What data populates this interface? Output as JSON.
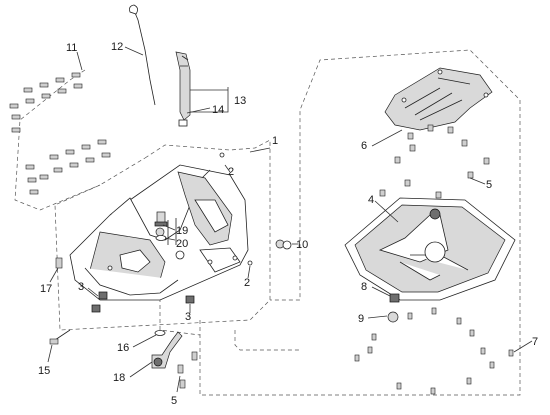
{
  "callouts": {
    "c1": "1",
    "c2a": "2",
    "c2b": "2",
    "c3a": "3",
    "c3b": "3",
    "c4": "4",
    "c5a": "5",
    "c5b": "5",
    "c6": "6",
    "c7": "7",
    "c8": "8",
    "c9": "9",
    "c10": "10",
    "c11": "11",
    "c12": "12",
    "c13": "13",
    "c14": "14",
    "c15": "15",
    "c16": "16",
    "c17": "17",
    "c18": "18",
    "c19": "19",
    "c20": "20"
  },
  "colors": {
    "line": "#222222",
    "part_fill": "#d9d9d9",
    "part_dark": "#6e6e6e",
    "background": "#ffffff"
  }
}
